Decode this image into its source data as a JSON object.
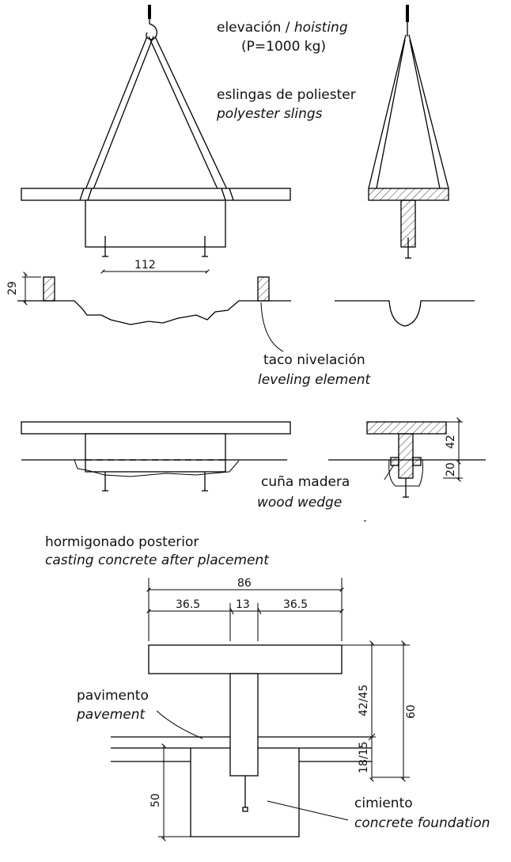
{
  "labels": {
    "hoisting_es": "elevación / ",
    "hoisting_en": "hoisting",
    "load": "(P=1000 kg)",
    "slings_es": "eslingas de poliester",
    "slings_en": "polyester slings",
    "leveling_es": "taco nivelación",
    "leveling_en": "leveling element",
    "wedge_es": "cuña madera",
    "wedge_en": "wood wedge",
    "casting_es": "hormigonado posterior",
    "casting_en": "casting concrete after placement",
    "pavement_es": "pavimento",
    "pavement_en": "pavement",
    "foundation_es": "cimiento",
    "foundation_en": "concrete foundation"
  },
  "dimensions": {
    "bolt_spacing": "112",
    "leveling_height": "29",
    "flange_height": "42",
    "embed_depth": "20",
    "total_width": "86",
    "side_left": "36.5",
    "web_width": "13",
    "side_right": "36.5",
    "upper_height": "42/45",
    "lower_height": "18/15",
    "total_height": "60",
    "foundation_depth": "50"
  }
}
